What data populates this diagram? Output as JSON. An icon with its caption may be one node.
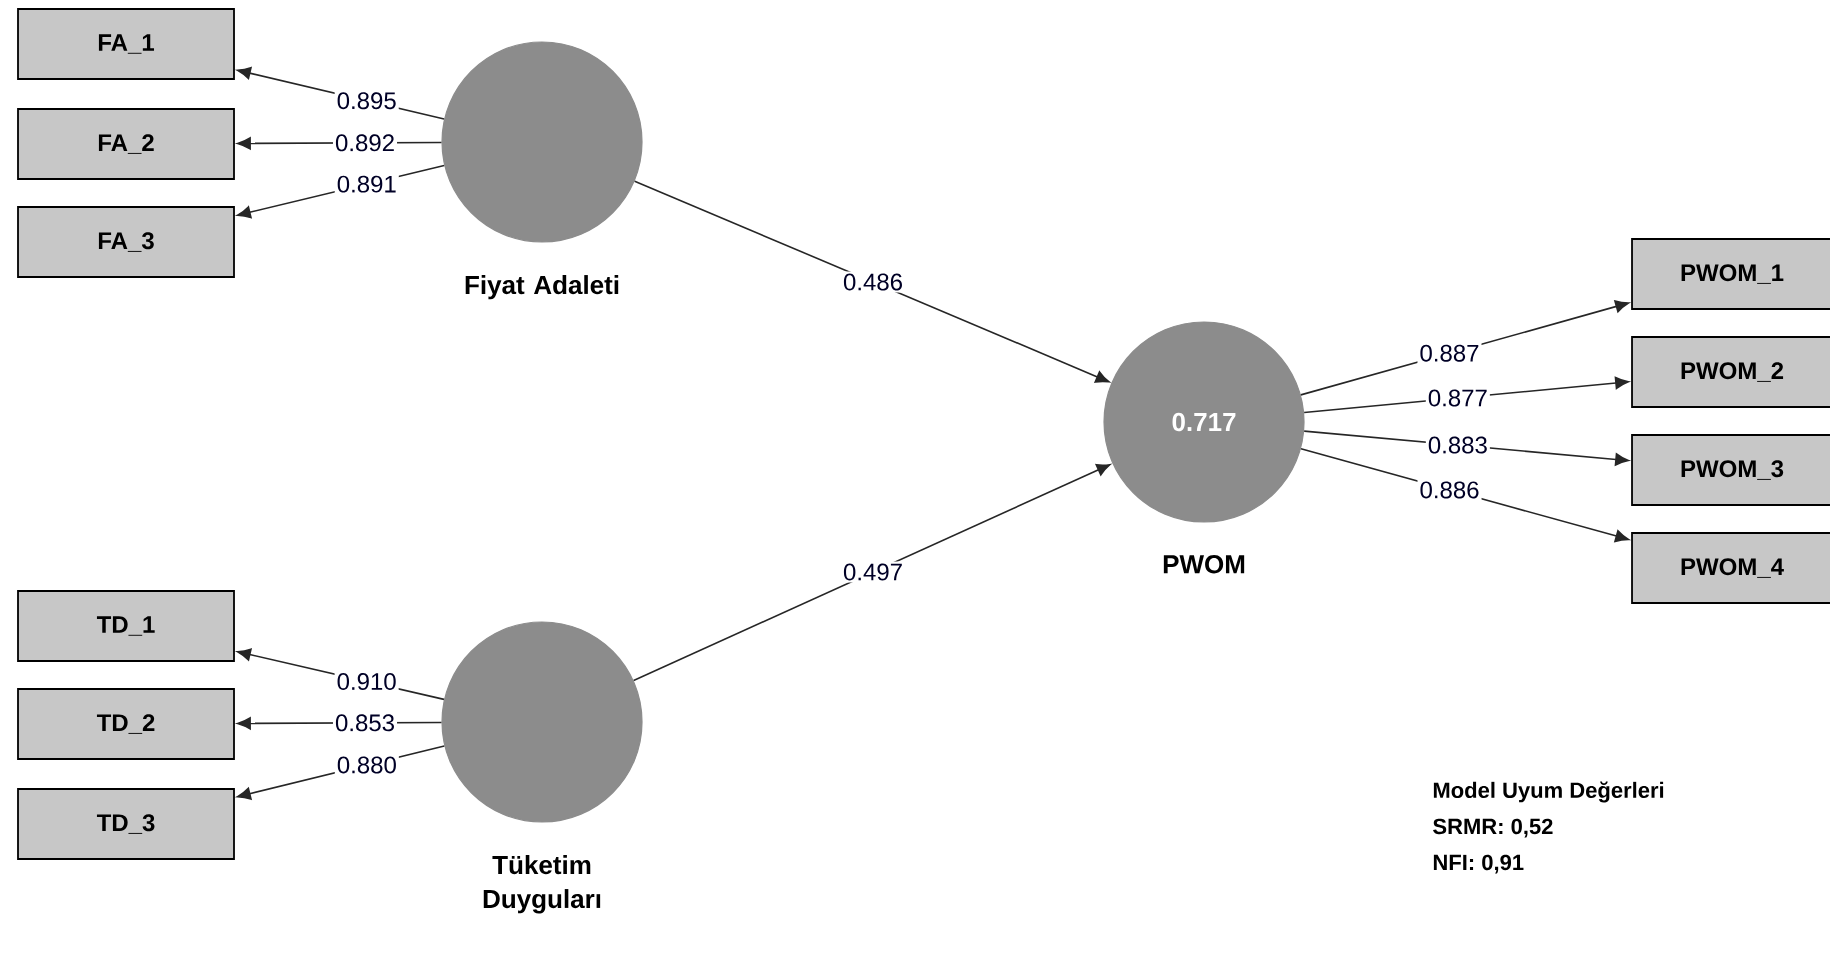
{
  "diagram": {
    "nodes": [
      {
        "text": [
          "FA_1"
        ]
      },
      {
        "text": [
          "FA_2"
        ]
      },
      {
        "text": [
          "FA_3"
        ]
      },
      {
        "text": [
          "Fiyat Adaleti"
        ]
      },
      {
        "text": [
          "PWOM_1"
        ]
      },
      {
        "text": [
          "PWOM_2"
        ]
      },
      {
        "text": [
          "PWOM_3"
        ]
      },
      {
        "text": [
          "PWOM_4"
        ]
      },
      {
        "text": [
          "0.717",
          "PWOM"
        ]
      },
      {
        "text": [
          "TD_1"
        ]
      },
      {
        "text": [
          "TD_2"
        ]
      },
      {
        "text": [
          "TD_3"
        ]
      },
      {
        "text": [
          "Tüketim Duyguları"
        ]
      }
    ],
    "edges": [
      {
        "from": 3,
        "to": 0,
        "arrow": "to",
        "label": "0.895"
      },
      {
        "from": 3,
        "to": 1,
        "arrow": "to",
        "label": "0.892"
      },
      {
        "from": 3,
        "to": 2,
        "arrow": "to",
        "label": "0.891"
      },
      {
        "from": 12,
        "to": 9,
        "arrow": "to",
        "label": "0.910"
      },
      {
        "from": 12,
        "to": 10,
        "arrow": "to",
        "label": "0.853"
      },
      {
        "from": 12,
        "to": 11,
        "arrow": "to",
        "label": "0.880"
      },
      {
        "from": 3,
        "to": 8,
        "arrow": "to",
        "label": "0.486"
      },
      {
        "from": 12,
        "to": 8,
        "arrow": "to",
        "label": "0.497"
      },
      {
        "from": 8,
        "to": 4,
        "arrow": "to",
        "label": "0.887"
      },
      {
        "from": 8,
        "to": 5,
        "arrow": "to",
        "label": "0.877"
      },
      {
        "from": 8,
        "to": 6,
        "arrow": "to",
        "label": "0.883"
      },
      {
        "from": 8,
        "to": 7,
        "arrow": "to",
        "label": "0.886"
      }
    ],
    "labels": [
      "Model Uyum Değerleri",
      "SRMR: 0,52",
      "NFI: 0,91"
    ]
  }
}
